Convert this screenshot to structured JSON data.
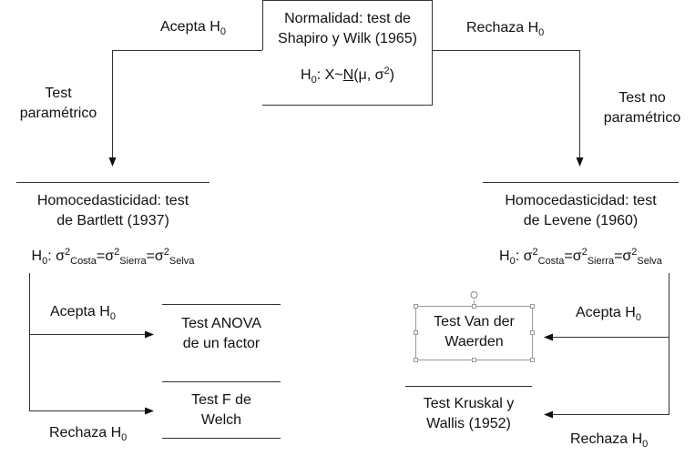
{
  "top": {
    "title_line1": "Normalidad: test de",
    "title_line2": "Shapiro y Wilk (1965)",
    "h0_prefix": "H",
    "h0_sub": "0",
    "h0_mid": ": X~",
    "h0_N": "N",
    "h0_tail": "(μ, σ",
    "h0_sup": "2",
    "h0_end": ")"
  },
  "edges": {
    "accept_top": {
      "text": "Acepta H",
      "sub": "0"
    },
    "reject_top": {
      "text": "Rechaza H",
      "sub": "0"
    },
    "parametric": {
      "line1": "Test",
      "line2": "paramétrico"
    },
    "nonparametric": {
      "line1": "Test no",
      "line2": "paramétrico"
    },
    "accept_left": {
      "text": "Acepta H",
      "sub": "0"
    },
    "reject_left": {
      "text": "Rechaza H",
      "sub": "0"
    },
    "accept_right": {
      "text": "Acepta H",
      "sub": "0"
    },
    "reject_right": {
      "text": "Rechaza H",
      "sub": "0"
    }
  },
  "left_box": {
    "line1": "Homocedasticidad: test",
    "line2": "de Bartlett (1937)",
    "h0": {
      "a": "H",
      "a_sub": "0",
      "b": ": σ",
      "b_sup": "2",
      "b_sub": "Costa",
      "c": "=σ",
      "c_sup": "2",
      "c_sub": "Sierra",
      "d": "=σ",
      "d_sup": "2",
      "d_sub": "Selva"
    }
  },
  "right_box": {
    "line1": "Homocedasticidad: test",
    "line2": "de Levene (1960)",
    "h0": {
      "a": "H",
      "a_sub": "0",
      "b": ": σ",
      "b_sup": "2",
      "b_sub": "Costa",
      "c": "=σ",
      "c_sup": "2",
      "c_sub": "Sierra",
      "d": "=σ",
      "d_sup": "2",
      "d_sub": "Selva"
    }
  },
  "results": {
    "anova": {
      "line1": "Test ANOVA",
      "line2": "de un factor"
    },
    "welch": {
      "line1": "Test F de",
      "line2": "Welch"
    },
    "vdw": {
      "line1": "Test Van der",
      "line2": "Waerden"
    },
    "kruskal": {
      "line1": "Test Kruskal y",
      "line2": "Wallis (1952)"
    }
  },
  "colors": {
    "line": "#333333",
    "text": "#111111",
    "background": "#ffffff"
  }
}
